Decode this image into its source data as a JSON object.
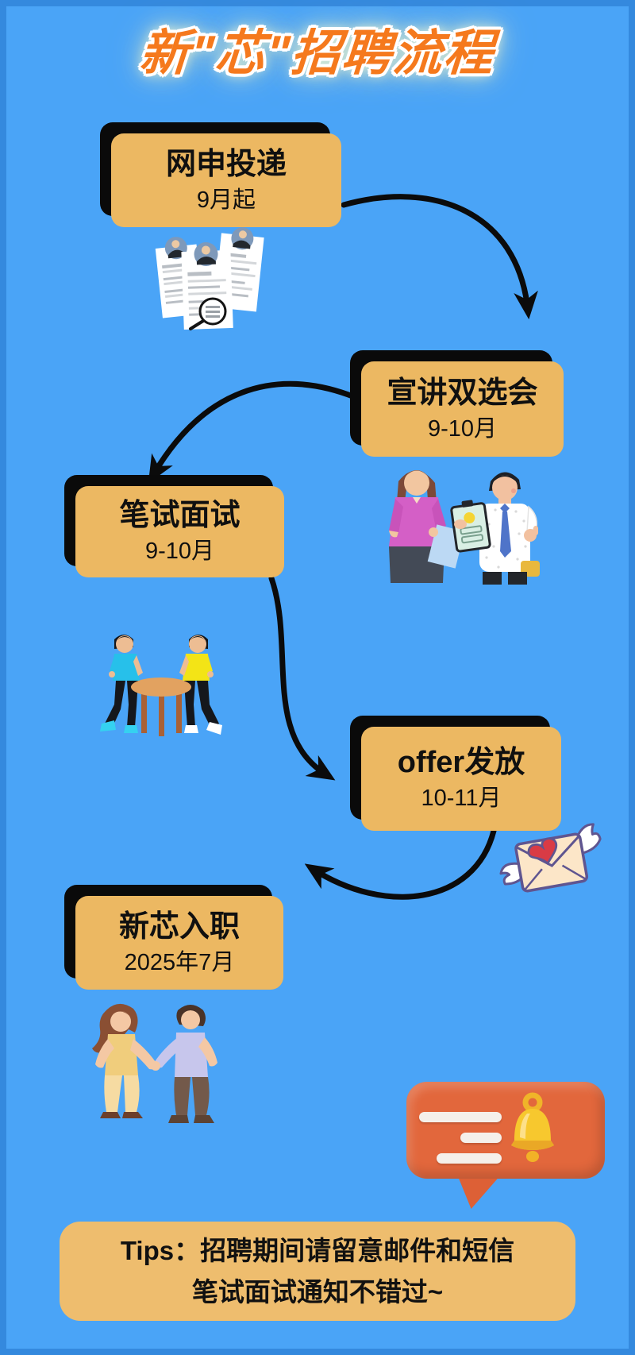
{
  "title": "新\"芯\"招聘流程",
  "steps": [
    {
      "title": "网申投递",
      "date": "9月起"
    },
    {
      "title": "宣讲双选会",
      "date": "9-10月"
    },
    {
      "title": "笔试面试",
      "date": "9-10月"
    },
    {
      "title": "offer发放",
      "date": "10-11月"
    },
    {
      "title": "新芯入职",
      "date": "2025年7月"
    }
  ],
  "tips": {
    "line1": "Tips：招聘期间请留意邮件和短信",
    "line2": "笔试面试通知不错过~"
  },
  "colors": {
    "background": "#4aa4f7",
    "card": "#ecb862",
    "card_shadow": "#0a0a0a",
    "title_text": "#f5791d",
    "bubble": "#e2673c",
    "bell": "#f7c82e"
  },
  "icons": [
    "resumes-illustration",
    "career-fair-illustration",
    "interview-table-illustration",
    "winged-envelope-illustration",
    "handshake-illustration",
    "notification-bubble-illustration"
  ]
}
